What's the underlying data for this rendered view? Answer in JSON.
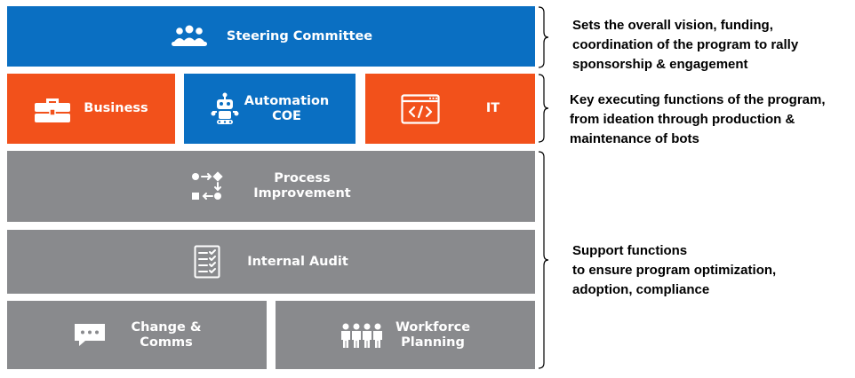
{
  "blocks": {
    "steering": {
      "label": "Steering Committee",
      "icon": "people-group-icon",
      "color": "#0a6fc2"
    },
    "business": {
      "label": "Business",
      "icon": "briefcase-icon",
      "color": "#f2511b"
    },
    "automation": {
      "line1": "Automation",
      "line2": "COE",
      "icon": "robot-icon",
      "color": "#0a6fc2"
    },
    "it": {
      "label": "IT",
      "icon": "code-window-icon",
      "color": "#f2511b"
    },
    "process": {
      "line1": "Process",
      "line2": "Improvement",
      "icon": "process-flow-icon",
      "color": "#898a8d"
    },
    "audit": {
      "label": "Internal Audit",
      "icon": "checklist-icon",
      "color": "#898a8d"
    },
    "change": {
      "line1": "Change &",
      "line2": "Comms",
      "icon": "chat-bubble-icon",
      "color": "#898a8d"
    },
    "workforce": {
      "line1": "Workforce",
      "line2": "Planning",
      "icon": "workforce-people-icon",
      "color": "#898a8d"
    }
  },
  "annotations": {
    "steering": [
      "Sets the overall vision, funding,",
      "coordination of the program to rally",
      "sponsorship & engagement"
    ],
    "executing": [
      "Key executing functions of the program,",
      "from ideation through production &",
      "maintenance of bots"
    ],
    "support": [
      "Support functions",
      "to ensure program optimization,",
      "adoption, compliance"
    ]
  }
}
